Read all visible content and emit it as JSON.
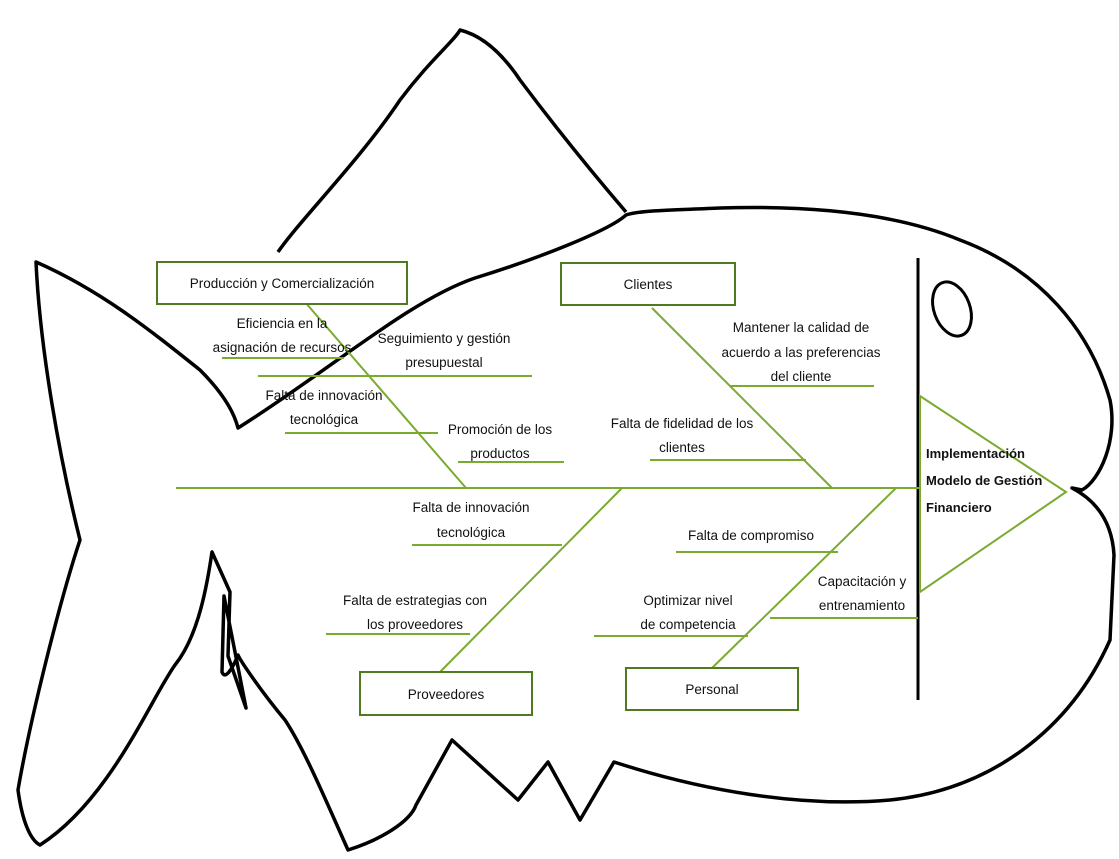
{
  "colors": {
    "outline": "#000000",
    "accent": "#7aab2e"
  },
  "head_label": [
    "Implementación",
    "Modelo de Gestión",
    "Financiero"
  ],
  "categories": {
    "produccion": "Producción y Comercialización",
    "clientes": "Clientes",
    "proveedores": "Proveedores",
    "personal": "Personal"
  },
  "causes": {
    "eficiencia": [
      "Eficiencia en la",
      "asignación de recursos"
    ],
    "seguimiento": [
      "Seguimiento y gestión",
      "presupuestal"
    ],
    "innovacion_top": [
      "Falta de innovación",
      "tecnológica"
    ],
    "promocion": [
      "Promoción de los",
      "productos"
    ],
    "calidad": [
      "Mantener la calidad de",
      "acuerdo a las preferencias",
      "del cliente"
    ],
    "fidelidad": [
      "Falta de fidelidad de los",
      "clientes"
    ],
    "innovacion_bottom": [
      "Falta de innovación",
      "tecnológica"
    ],
    "estrategias": [
      "Falta de estrategias con",
      "los proveedores"
    ],
    "compromiso": [
      "Falta de compromiso"
    ],
    "competencia": [
      "Optimizar nivel",
      "de competencia"
    ],
    "capacitacion": [
      "Capacitación y",
      "entrenamiento"
    ]
  }
}
